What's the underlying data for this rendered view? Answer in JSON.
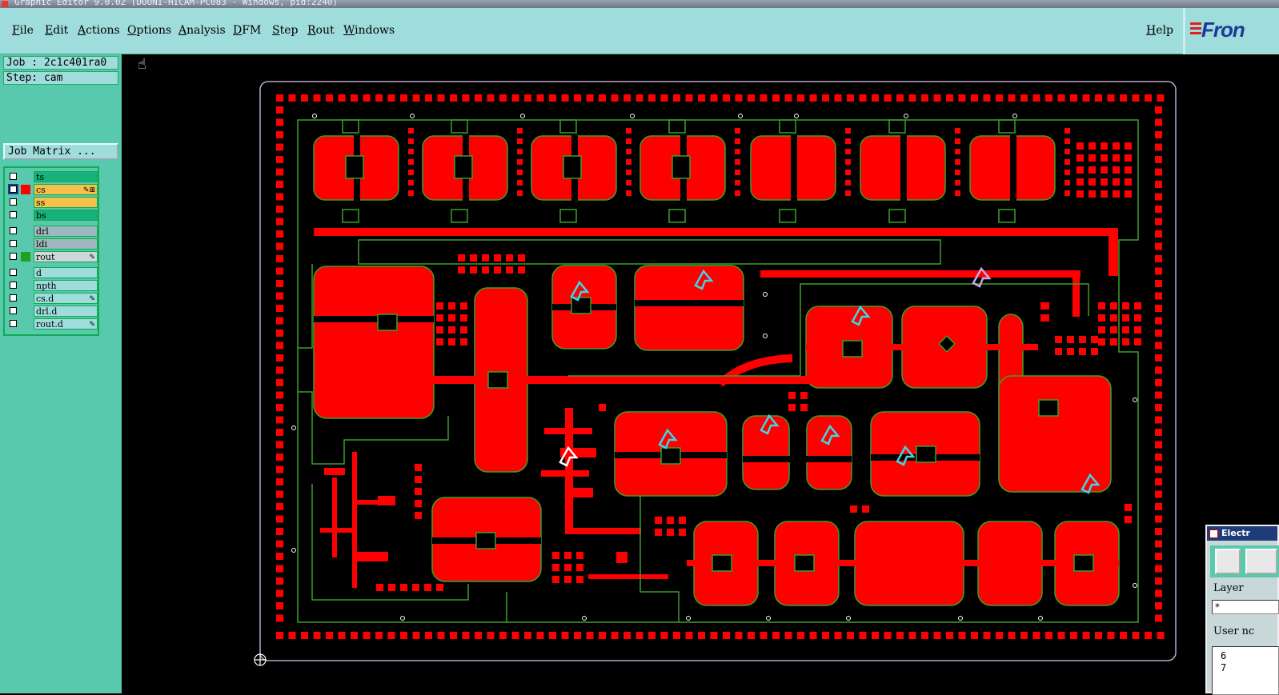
{
  "window": {
    "title": "Graphic Editor 9.0.02 (DOUNI-HICAM-PC083 - Windows, pid:2240)"
  },
  "menu": [
    "File",
    "Edit",
    "Actions",
    "Options",
    "Analysis",
    "DFM",
    "Step",
    "Rout",
    "Windows"
  ],
  "help_label": "Help",
  "logo_text": "Fron",
  "job_label": "Job : 2c1c401ra0",
  "step_label": "Step: cam",
  "job_matrix_label": "Job Matrix ...",
  "layers": [
    {
      "name": "ts",
      "color": "#17b27a",
      "swatch": "",
      "selected": false,
      "mark": ""
    },
    {
      "name": "cs",
      "color": "#f6c04a",
      "swatch": "#ff0000",
      "selected": true,
      "mark": "✎⊞"
    },
    {
      "name": "ss",
      "color": "#f6c04a",
      "swatch": "",
      "selected": false,
      "mark": ""
    },
    {
      "name": "bs",
      "color": "#17b27a",
      "swatch": "",
      "selected": false,
      "mark": ""
    },
    {
      "name": "drl",
      "color": "#9fb8c0",
      "swatch": "",
      "selected": false,
      "mark": ""
    },
    {
      "name": "ldi",
      "color": "#9fb8c0",
      "swatch": "",
      "selected": false,
      "mark": ""
    },
    {
      "name": "rout",
      "color": "#cfd8d8",
      "swatch": "#1fa020",
      "selected": false,
      "mark": "✎"
    },
    {
      "name": "d",
      "color": "#9fdcdc",
      "swatch": "",
      "selected": false,
      "mark": ""
    },
    {
      "name": "npth",
      "color": "#9fdcdc",
      "swatch": "",
      "selected": false,
      "mark": ""
    },
    {
      "name": "cs.d",
      "color": "#9fdcdc",
      "swatch": "",
      "selected": false,
      "mark": "✎"
    },
    {
      "name": "drl.d",
      "color": "#9fdcdc",
      "swatch": "",
      "selected": false,
      "mark": ""
    },
    {
      "name": "rout.d",
      "color": "#9fdcdc",
      "swatch": "",
      "selected": false,
      "mark": "✎"
    }
  ],
  "colors": {
    "copper": "#ff0000",
    "outline": "#3aa02a",
    "marker": "#3fd6e6",
    "board_edge": "#b8a8c8"
  },
  "electric_window": {
    "title": "Electr",
    "layer_label": "Layer",
    "layer_value": "*",
    "user_label": "User nc",
    "list": [
      "6",
      "7"
    ]
  }
}
